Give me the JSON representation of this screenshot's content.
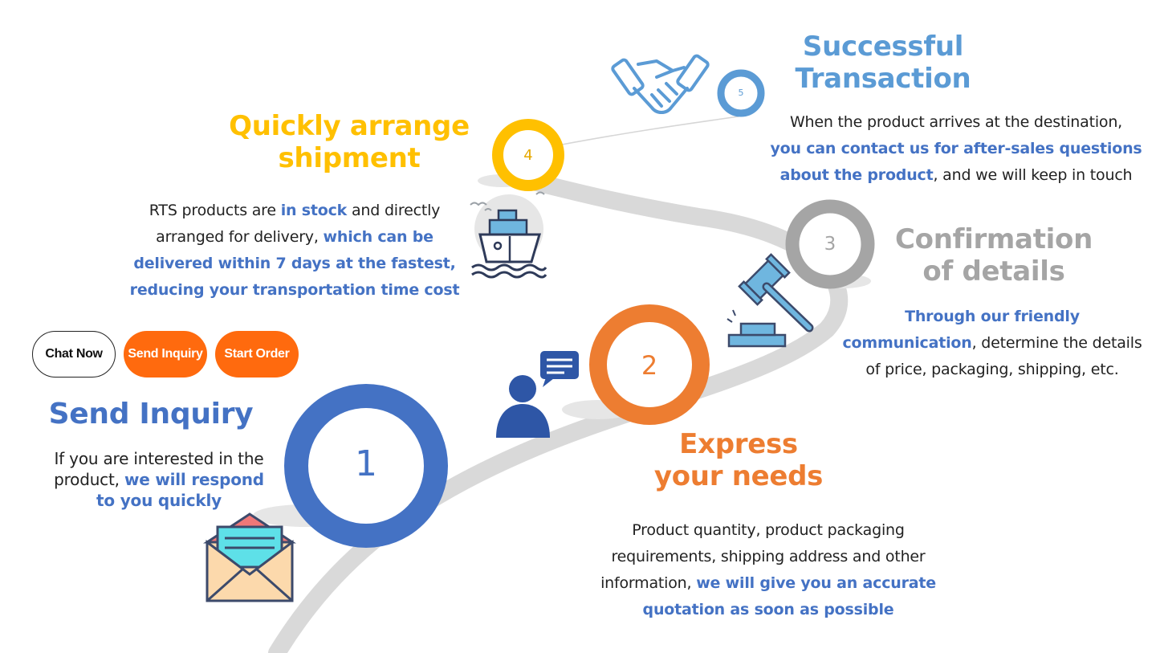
{
  "buttons": {
    "chat_now": "Chat Now",
    "send_inquiry": "Send Inquiry",
    "start_order": "Start Order"
  },
  "colors": {
    "step1": "#4472c4",
    "step2": "#ed7d31",
    "step3": "#a5a5a5",
    "step4": "#ffc000",
    "step5": "#5b9bd5",
    "highlight": "#4472c4",
    "button_orange": "#ff6a0e",
    "road": "#d9d9d9"
  },
  "steps": [
    {
      "number": "1",
      "icon": "envelope-icon",
      "title_line1": "Send Inquiry",
      "desc_line1": "If you are interested in the",
      "desc_line2_plain": "product, ",
      "desc_line2_hl": "we will respond",
      "desc_line3_hl": "to you quickly"
    },
    {
      "number": "2",
      "icon": "person-chat-icon",
      "title_line1": "Express",
      "title_line2": "your needs",
      "desc_line1": "Product quantity, product packaging",
      "desc_line2": "requirements, shipping address and other",
      "desc_line3_plain": "information, ",
      "desc_line3_hl": "we will give you an accurate",
      "desc_line4_hl": "quotation as soon as possible"
    },
    {
      "number": "3",
      "icon": "gavel-icon",
      "title_line1": "Confirmation",
      "title_line2": "of details",
      "desc_line1_hl": "Through our friendly",
      "desc_line2_hl": "communication",
      "desc_line2_plain": ", determine the details",
      "desc_line3": "of price, packaging, shipping, etc."
    },
    {
      "number": "4",
      "icon": "ship-icon",
      "title_line1": "Quickly arrange",
      "title_line2": "shipment",
      "desc_line1_plain": "RTS products are ",
      "desc_line1_hl": "in stock",
      "desc_line1_plain2": " and directly",
      "desc_line2_plain": "arranged for delivery, ",
      "desc_line2_hl": "which can be",
      "desc_line3_hl": "delivered within 7 days at the fastest,",
      "desc_line4_hl": "reducing your transportation time cost"
    },
    {
      "number": "5",
      "icon": "handshake-icon",
      "title_line1": "Successful",
      "title_line2": "Transaction",
      "desc_line1": "When the product arrives at the destination,",
      "desc_line2_hl": "you can contact us for after-sales questions",
      "desc_line3_hl": "about the product",
      "desc_line3_plain": ", and we will keep in touch"
    }
  ]
}
